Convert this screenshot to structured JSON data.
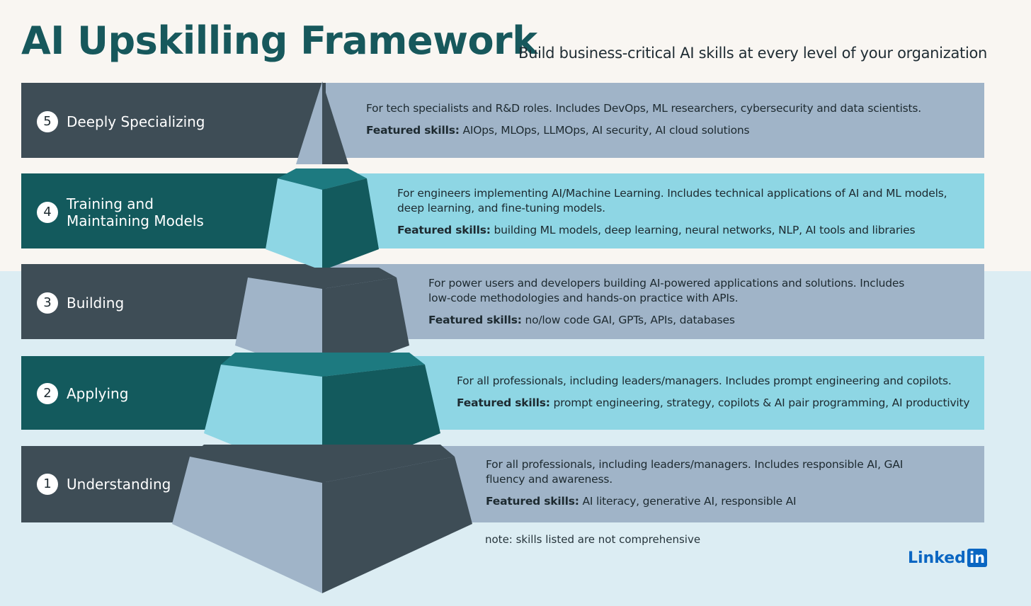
{
  "title": "AI Upskilling Framework",
  "subtitle": "Build business-critical AI skills at every level of your organization",
  "levels": [
    {
      "number": "5",
      "name": "Deeply Specializing",
      "description": "For tech specialists and R&D roles. Includes DevOps, ML researchers, cybersecurity and data scientists.",
      "skills_label": "Featured skills:",
      "skills": "AIOps, MLOps, LLMOps, AI security, AI cloud solutions"
    },
    {
      "number": "4",
      "name": "Training and Maintaining Models",
      "description": "For engineers implementing AI/Machine Learning. Includes technical applications of AI and ML models, deep learning, and fine-tuning models.",
      "skills_label": "Featured skills:",
      "skills": "building ML models, deep learning, neural networks, NLP, AI tools and libraries"
    },
    {
      "number": "3",
      "name": "Building",
      "description": "For power users and developers building AI-powered applications and solutions. Includes low-code methodologies and hands-on practice with APIs.",
      "skills_label": "Featured skills:",
      "skills": "no/low code GAI, GPTs, APIs, databases"
    },
    {
      "number": "2",
      "name": "Applying",
      "description": "For all professionals, including leaders/managers. Includes prompt engineering and copilots.",
      "skills_label": "Featured skills:",
      "skills": "prompt engineering, strategy, copilots & AI pair programming, AI productivity"
    },
    {
      "number": "1",
      "name": "Understanding",
      "description": "For all professionals, including leaders/managers. Includes responsible AI, GAI fluency and awareness.",
      "skills_label": "Featured skills:",
      "skills": "AI literacy, generative AI, responsible AI"
    }
  ],
  "note": "note: skills listed are not comprehensive",
  "brand": {
    "text": "Linked",
    "badge": "in"
  },
  "colors": {
    "title": "#17585c",
    "dark_slate": "#3e4d56",
    "dark_teal": "#135a5d",
    "grey_blue": "#a0b4c8",
    "light_cyan": "#8ed6e4",
    "linkedin_blue": "#0a66c2"
  }
}
